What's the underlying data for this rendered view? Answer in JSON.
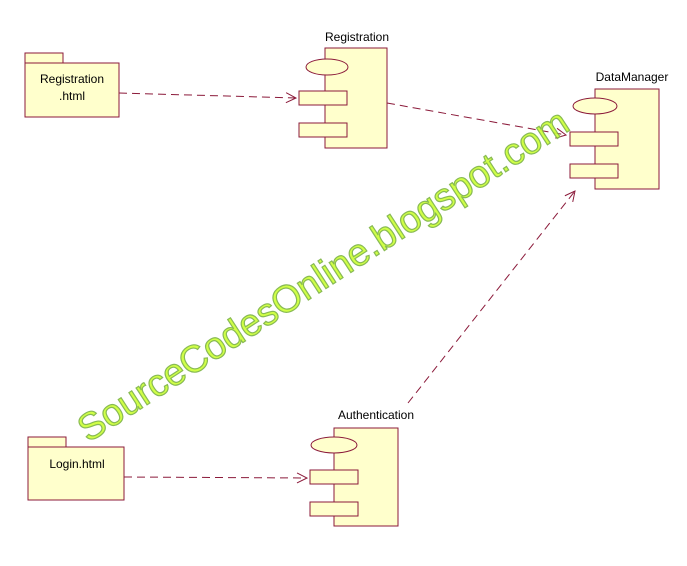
{
  "colors": {
    "element_fill": "#ffffcc",
    "element_stroke": "#8b1a3a",
    "line": "#8b1a3a",
    "text": "#000000",
    "watermark_fill": "#ccff33",
    "watermark_stroke": "#8bc34a",
    "background": "#ffffff"
  },
  "packages": {
    "registration_html": {
      "label_line1": "Registration",
      "label_line2": ".html"
    },
    "login_html": {
      "label": "Login.html"
    }
  },
  "components": {
    "registration": {
      "label": "Registration"
    },
    "data_manager": {
      "label": "DataManager"
    },
    "authentication": {
      "label": "Authentication"
    }
  },
  "watermark": {
    "text": "SourceCodesOnline.blogspot.com"
  }
}
